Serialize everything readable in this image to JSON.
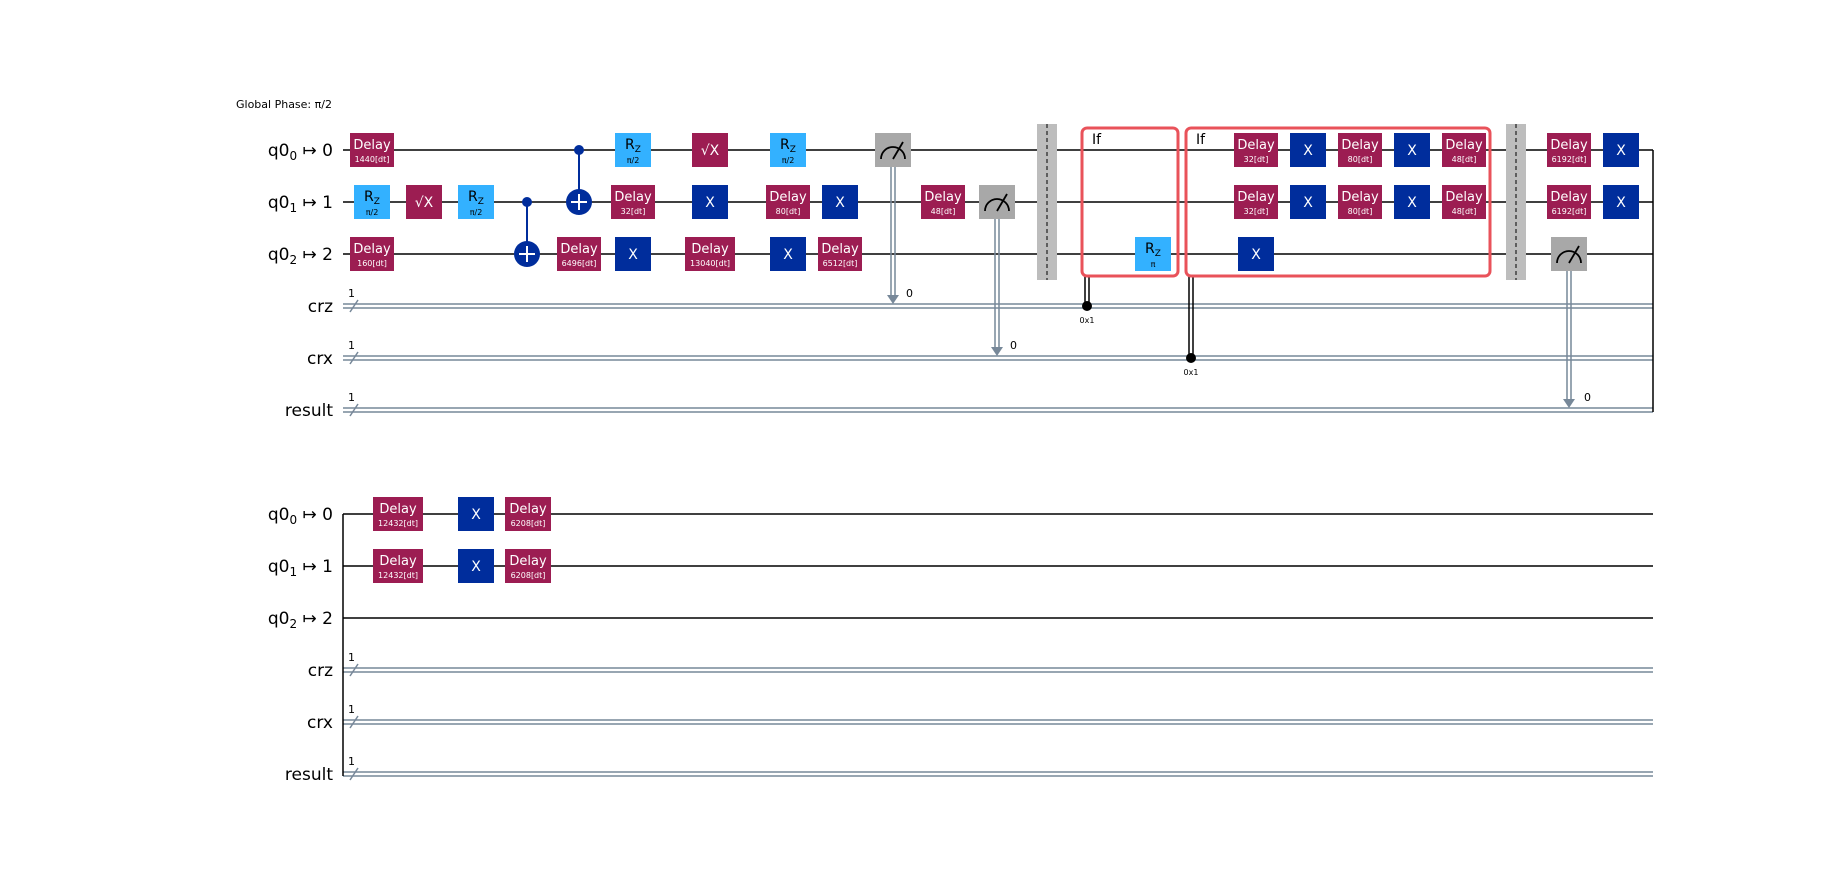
{
  "global_phase": "Global Phase: π/2",
  "registers": {
    "qubits": [
      {
        "base": "q0",
        "sub": "0",
        "suffix": " ↦ 0"
      },
      {
        "base": "q0",
        "sub": "1",
        "suffix": " ↦ 1"
      },
      {
        "base": "q0",
        "sub": "2",
        "suffix": " ↦ 2"
      }
    ],
    "clbits": [
      {
        "name": "crz",
        "size": "1"
      },
      {
        "name": "crx",
        "size": "1"
      },
      {
        "name": "result",
        "size": "1"
      }
    ]
  },
  "colors": {
    "delay": "#9c1d52",
    "rz": "#33b1ff",
    "x": "#002d9c",
    "measure": "#a8a8a8",
    "classical": "#778899",
    "if_box": "#e9525a",
    "barrier": "#bdbdbd"
  },
  "gates": {
    "delay": "Delay",
    "rz_base": "R",
    "rz_sub": "Z",
    "sx": "√X",
    "x": "X"
  },
  "params": {
    "d1440": "1440[dt]",
    "d160": "160[dt]",
    "d6496": "6496[dt]",
    "d32": "32[dt]",
    "d13040": "13040[dt]",
    "d80": "80[dt]",
    "d6512": "6512[dt]",
    "d48": "48[dt]",
    "d6192": "6192[dt]",
    "d12432": "12432[dt]",
    "d6208": "6208[dt]",
    "pi2": "π/2",
    "pi": "π"
  },
  "measure_bits": {
    "m1": "0",
    "m2": "0",
    "m3": "0"
  },
  "conditions": {
    "if1_label": "If",
    "if1_value": "0x1",
    "if2_label": "If",
    "if2_value": "0x1"
  }
}
